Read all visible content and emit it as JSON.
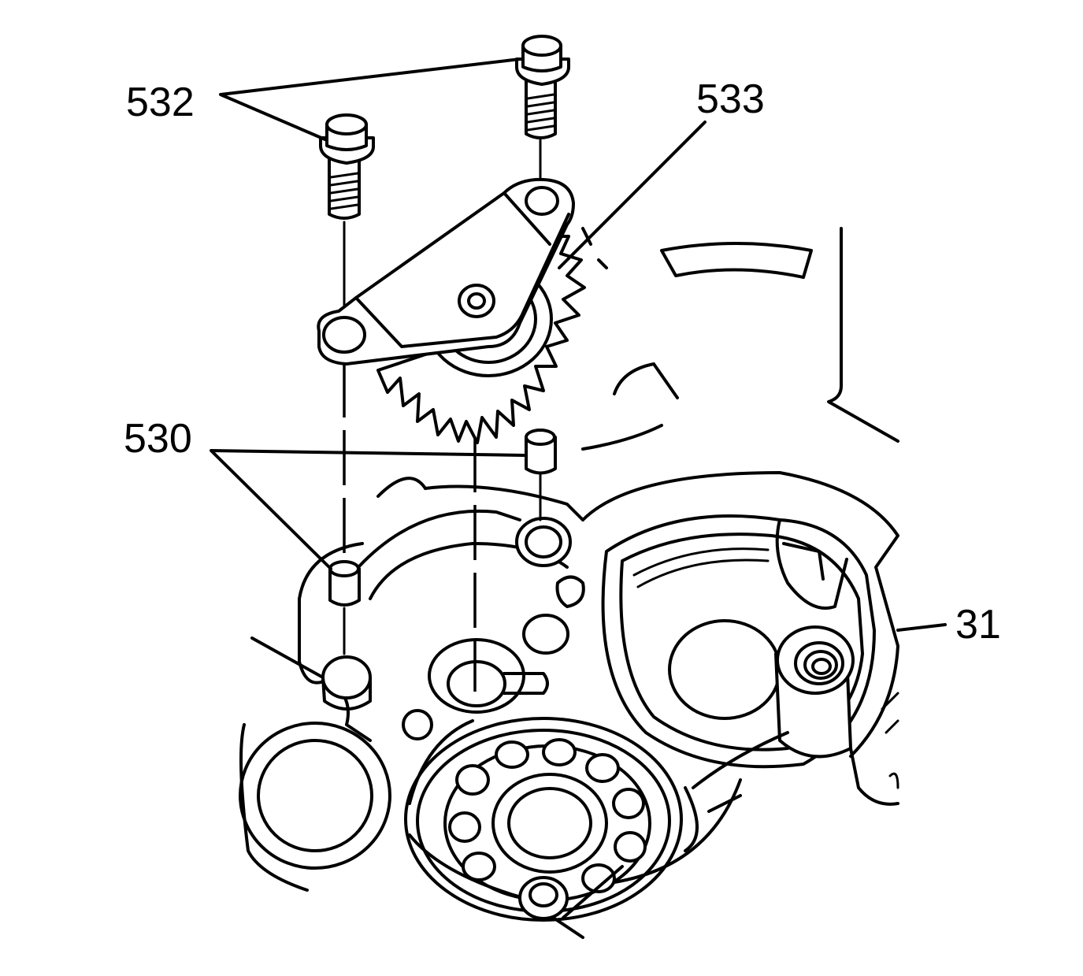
{
  "diagram": {
    "callouts": [
      {
        "id": "bolts",
        "text": "532"
      },
      {
        "id": "gear",
        "text": "533"
      },
      {
        "id": "dowels",
        "text": "530"
      },
      {
        "id": "housing",
        "text": "31"
      }
    ]
  }
}
